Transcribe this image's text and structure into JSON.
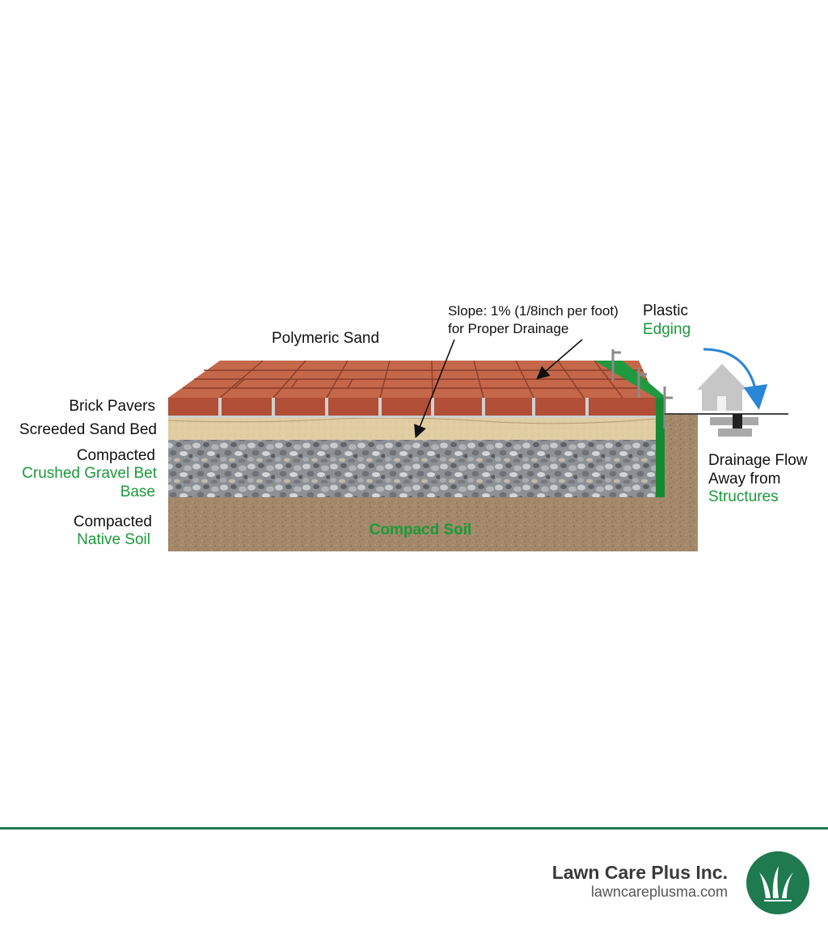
{
  "diagram": {
    "labels": {
      "polymeric_sand": "Polymeric Sand",
      "slope_line1": "Slope: 1% (1/8inch per foot)",
      "slope_line2": "for Proper Drainage",
      "plastic": "Plastic",
      "edging": "Edging",
      "brick_pavers": "Brick Pavers",
      "screeded_sand_bed": "Screeded Sand Bed",
      "compacted_gravel": "Compacted",
      "crushed_gravel": "Crushed Gravel Bet",
      "base": "Base",
      "compacted_soil": "Compacted",
      "native_soil": "Native Soil",
      "soil_in_layer": "Compacd Soil",
      "drainage_line1": "Drainage Flow",
      "drainage_line2": "Away from",
      "drainage_line3": "Structures"
    },
    "colors": {
      "brick": "#b5533a",
      "brick_top": "#c4674a",
      "sand": "#e2cfa3",
      "gravel": "#8a8d92",
      "soil": "#a2896a",
      "edging": "#1f9a3e",
      "label_green": "#1a9a3a",
      "arrow_blue": "#2a86d6",
      "house_grey": "#b8b8b8"
    }
  },
  "footer": {
    "company": "Lawn Care Plus Inc.",
    "website": "lawncareplusma.com",
    "logo_icon": "grass-icon"
  }
}
